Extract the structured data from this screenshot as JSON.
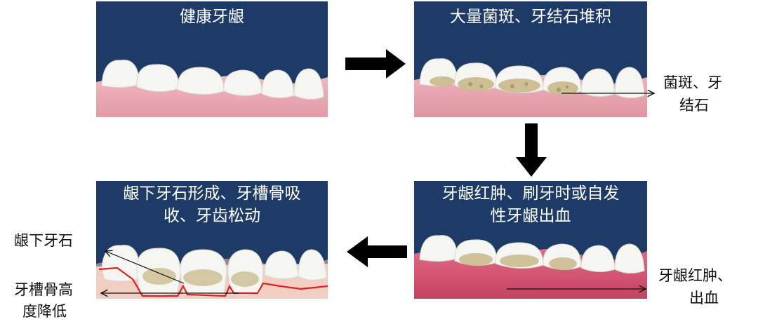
{
  "panels": {
    "healthy": {
      "title": "健康牙龈"
    },
    "plaque": {
      "title": "大量菌斑、牙结石堆积"
    },
    "bleeding": {
      "title_line1": "牙龈红肿、刷牙时或自发",
      "title_line2": "性牙龈出血"
    },
    "loose": {
      "title_line1": "龈下牙石形成、牙槽骨吸",
      "title_line2": "收、牙齿松动"
    }
  },
  "labels": {
    "plaque": {
      "line1": "菌斑、牙",
      "line2": "结石"
    },
    "swelling": {
      "line1": "牙龈红肿、",
      "line2": "出血"
    },
    "subgingival": {
      "line1": "龈下牙石"
    },
    "bone": {
      "line1": "牙槽骨高",
      "line2": "度降低"
    }
  },
  "colors": {
    "panel_bg": "#1e3a66",
    "gum_healthy": "#e8a5ad",
    "gum_inflamed": "#cf4f6c",
    "tooth": "#f4f4f0",
    "plaque": "#c9b98a",
    "bone_outline": "#e02020",
    "arrow": "#000000"
  }
}
